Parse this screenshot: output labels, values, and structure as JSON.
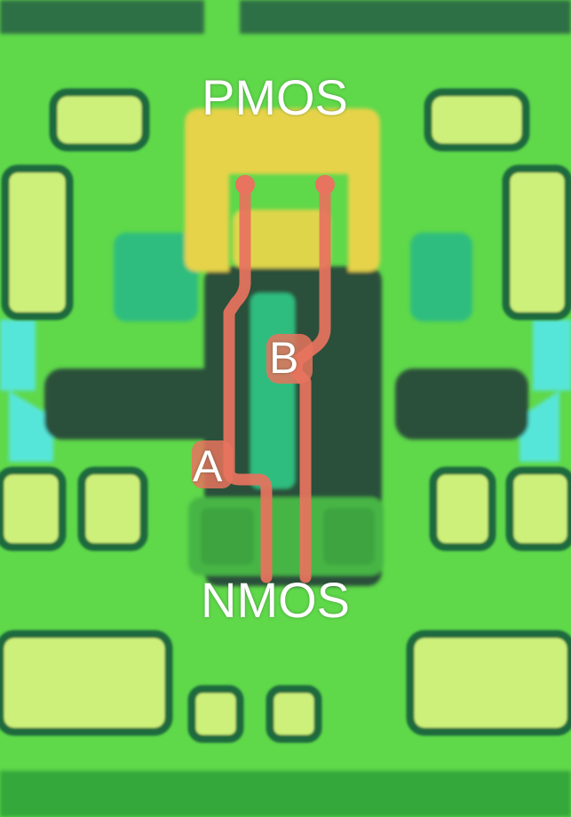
{
  "labels": {
    "pmos": "PMOS",
    "nmos": "NMOS",
    "input_a": "A",
    "input_b": "B"
  },
  "colors": {
    "substrate": "#5fd84a",
    "pad_fill": "#cdf07a",
    "pad_border": "#1d6b3c",
    "teal_region": "#2fbd7f",
    "dark_region": "#2a4f3a",
    "cyan_edge": "#57e6d9",
    "pmos_metal": "#e6d34a",
    "nmos_region": "#46b545",
    "trace": "#e8735e",
    "label_text": "#ffffff"
  }
}
